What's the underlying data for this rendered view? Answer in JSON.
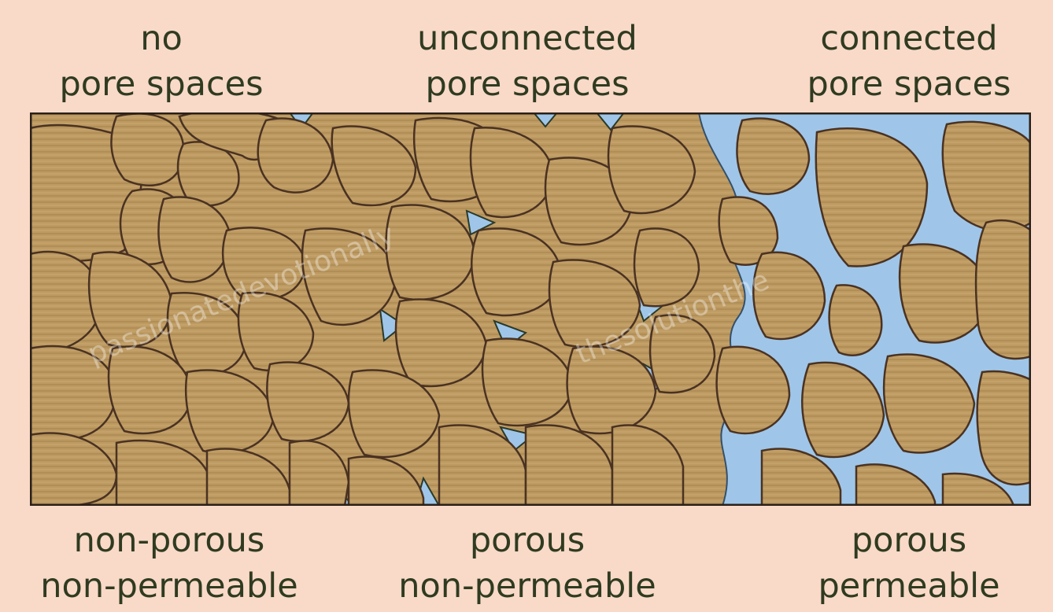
{
  "top_labels": {
    "left": [
      "no",
      "pore spaces"
    ],
    "middle": [
      "unconnected",
      "pore spaces"
    ],
    "right": [
      "connected",
      "pore spaces"
    ]
  },
  "bottom_labels": {
    "left": [
      "non-porous",
      "non-permeable"
    ],
    "middle": [
      "porous",
      "non-permeable"
    ],
    "right": [
      "porous",
      "permeable"
    ]
  },
  "colors": {
    "background": "#f9d9c8",
    "grain_fill": "#bd9a62",
    "grain_outline": "#4a3222",
    "pore_water": "#9fc6e8",
    "text": "#2f3b20"
  }
}
